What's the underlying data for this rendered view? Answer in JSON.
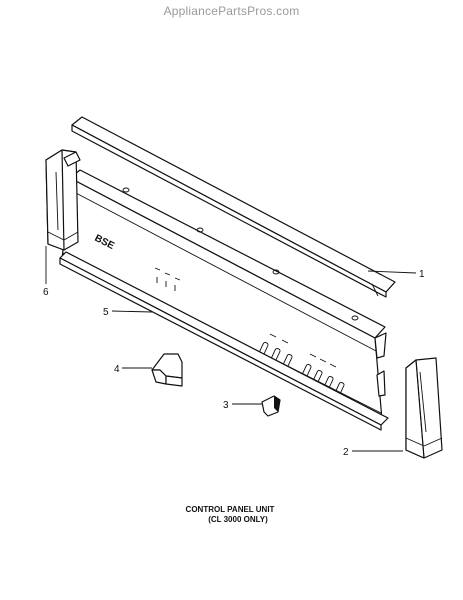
{
  "watermark": "AppliancePartsPros.com",
  "caption": {
    "line1": "CONTROL PANEL UNIT",
    "line2": "(CL 3000 ONLY)"
  },
  "callouts": {
    "c1": "1",
    "c2": "2",
    "c3": "3",
    "c4": "4",
    "c5": "5",
    "c6": "6"
  },
  "panel_mark": "BSE"
}
